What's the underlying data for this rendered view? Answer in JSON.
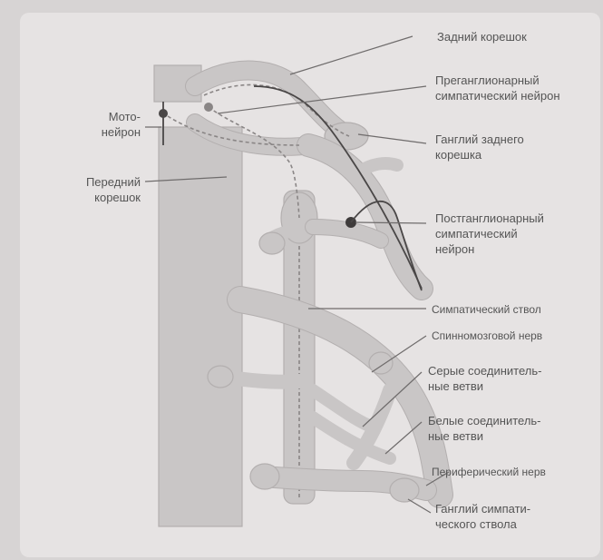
{
  "labels": {
    "dorsal_root": "Задний корешок",
    "preganglionic_1": "Преганглионарный",
    "preganglionic_2": "симпатический нейрон",
    "dorsal_ganglion_1": "Ганглий заднего",
    "dorsal_ganglion_2": "корешка",
    "motoneuron_1": "Мото-",
    "motoneuron_2": "нейрон",
    "ventral_root_1": "Передний",
    "ventral_root_2": "корешок",
    "postganglionic_1": "Постганглионарный",
    "postganglionic_2": "симпатический",
    "postganglionic_3": "нейрон",
    "sympathetic_trunk": "Симпатический ствол",
    "spinal_nerve": "Спинномозговой нерв",
    "gray_rami_1": "Серые соединитель-",
    "gray_rami_2": "ные ветви",
    "white_rami_1": "Белые соединитель-",
    "white_rami_2": "ные ветви",
    "peripheral_nerve": "Периферический нерв",
    "trunk_ganglion_1": "Ганглий симпати-",
    "trunk_ganglion_2": "ческого ствола"
  },
  "colors": {
    "background": "#e6e3e3",
    "structure_fill": "#c9c6c6",
    "structure_edge": "#b0acac",
    "neuron_line": "#4a4747",
    "pointer_line": "#6f6c6c",
    "text": "#555555"
  }
}
